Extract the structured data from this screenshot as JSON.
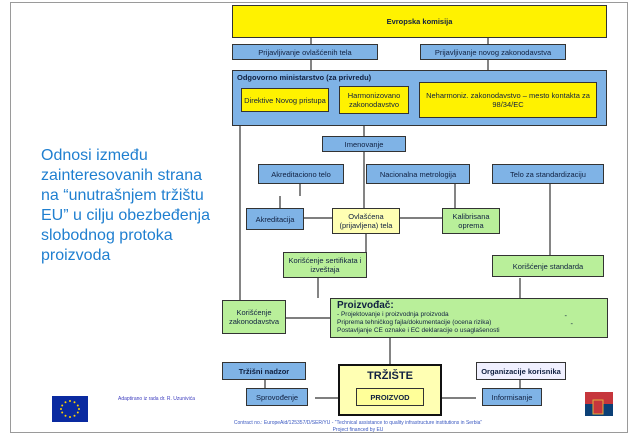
{
  "side_text": "Odnosi između zainteresovanih strana na “unutrašnjem tržištu EU” u cilju obezbeđenja slobodnog protoka proizvoda",
  "top": {
    "evropska": "Evropska komisija",
    "prijavljivanje_ovl": "Prijavljivanje ovlašćenih tela",
    "prijavljivanje_zak": "Prijavljivanje novog zakonodavstva"
  },
  "ministry": {
    "title": "Odgovorno ministarstvo (za privredu)",
    "directive": "Direktive Novog pristupa",
    "harmonized": "Harmonizovano zakonodavstvo",
    "nonharm": "Neharmoniz. zakonodavstvo – mesto kontakta za 98/34/EC"
  },
  "middle": {
    "imenovanje": "Imenovanje",
    "akreditaciono": "Akreditaciono telo",
    "metrologija": "Nacionalna metrologija",
    "standardizacija": "Telo za standardizaciju",
    "akreditacija": "Akreditacija",
    "ovlascena": "Ovlašćena (prijavljena) tela",
    "kalibrisana": "Kalibrisana oprema",
    "koriscenje_sert": "Korišćenje sertifikata i izveštaja",
    "koriscenje_std": "Korišćenje standarda",
    "koriscenje_zak": "Korišćenje zakonodavstva"
  },
  "producer": {
    "title": "Proizvođač:",
    "l1": "- Projektovanje i proizvodnja proizvoda",
    "l2": "Priprema tehničkog fajla/dokumentacije (ocena rizika)",
    "l3": "Postavljanje CE oznake i EC deklaracije o usaglašenosti",
    "dash1": "-",
    "dash2": "-"
  },
  "bottom": {
    "nadzor": "Tržišni nadzor",
    "organizacije": "Organizacije korisnika",
    "sprovodjenje": "Sprovođenje",
    "informisanje": "Informisanje",
    "trziste": "TRŽIŠTE",
    "proizvod": "PROIZVOD"
  },
  "footer": {
    "adapted": "Adaptirano iz rada dr. R. Uzunivića",
    "contract": "Contract no.: EuropeAid/125357/D/SER/YU - “Technical assistance to quality infrastructure institutions in Serbia”",
    "financed": "Project financed by EU"
  },
  "colors": {
    "blue": "#7fb3e6",
    "green": "#b9ef9a",
    "yellow": "#fff200",
    "text_blue": "#1f7fd0"
  }
}
